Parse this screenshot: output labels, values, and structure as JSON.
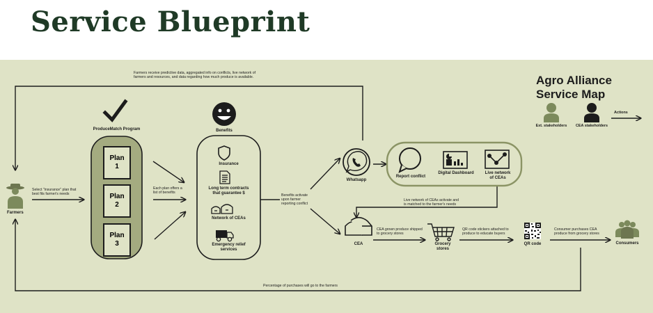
{
  "header": {
    "title": "Service Blueprint"
  },
  "map": {
    "title_line1": "Agro Alliance",
    "title_line2": "Service Map"
  },
  "legend": {
    "ext": "Ext. stakeholders",
    "cea": "CEA stakeholders",
    "actions": "Actions"
  },
  "top_note": {
    "line1": "Farmers receive predictive data, aggregated info on conflicts, live network of",
    "line2": "farmers and resources, and data regarding how much produce is available."
  },
  "bottom_note": "Percentage of purchases will go to the farmers",
  "farmers": {
    "label": "Farmers",
    "note_line1": "Select \"insurance\" plan that",
    "note_line2": "best fits farmer's needs"
  },
  "program": {
    "label": "ProduceMatch Program",
    "plans": [
      {
        "line1": "Plan",
        "line2": "1"
      },
      {
        "line1": "Plan",
        "line2": "2"
      },
      {
        "line1": "Plan",
        "line2": "3"
      }
    ]
  },
  "plan_note": {
    "line1": "Each plan offers a",
    "line2": "list of benefits"
  },
  "benefits": {
    "label": "Benefits",
    "insurance": "Insurance",
    "contracts_line1": "Long term contracts",
    "contracts_line2": "that guarantee $",
    "network": "Network of CEAs",
    "relief_line1": "Emergency relief",
    "relief_line2": "services"
  },
  "activate_note": {
    "line1": "Benefits activate",
    "line2": "upon farmer",
    "line3": "reporting conflict"
  },
  "whatsapp": "Whatsapp",
  "tools": {
    "report": "Report conflict",
    "dashboard": "Digital Dashboard",
    "live_line1": "Live network",
    "live_line2": "of CEAs"
  },
  "live_note": {
    "line1": "Live network of CEAs activate and",
    "line2": "is matched to the farmer's needs"
  },
  "cea": {
    "label": "CEA",
    "note_line1": "CEA grown produce shipped",
    "note_line2": "to grocery stores"
  },
  "grocery": {
    "line1": "Grocery",
    "line2": "stores",
    "note_line1": "QR code stickers attached to",
    "note_line2": "produce to educate buyers"
  },
  "qr": {
    "label": "QR code",
    "note_line1": "Consumer purchases CEA",
    "note_line2": "produce from grocery stores"
  },
  "consumers": "Consumers",
  "colors": {
    "panel": "#dfe3c6",
    "node": "#a4ab80",
    "dark": "#1c1c1c",
    "title": "#1f3a26",
    "stakeholder": "#7c8a5c"
  }
}
